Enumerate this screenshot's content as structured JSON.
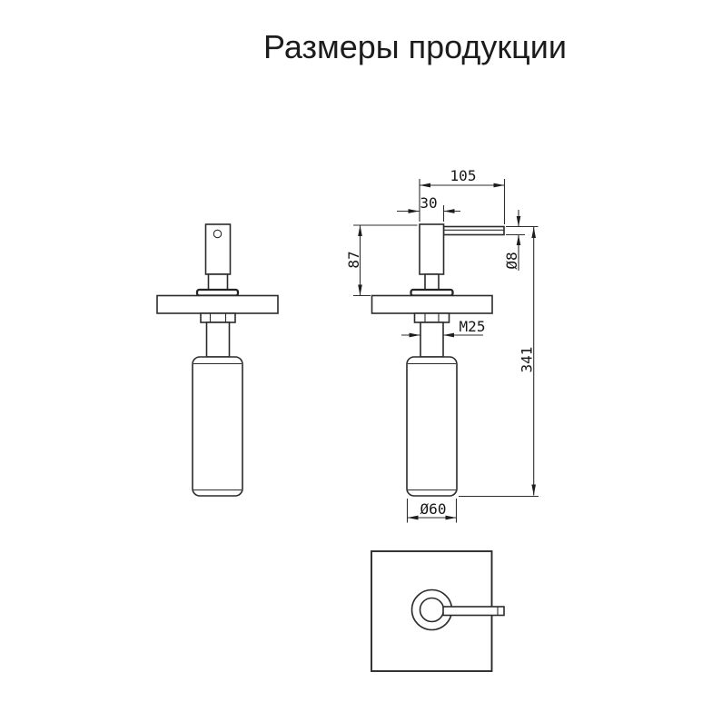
{
  "title": "Размеры продукции",
  "drawing": {
    "kind": "soap-dispenser-dimension-drawing",
    "dimensions": {
      "spout_reach": "105",
      "head_width": "30",
      "pump_height": "87",
      "spout_diameter": "Ø8",
      "thread_size": "M25",
      "total_height": "341",
      "bottle_diameter": "Ø60"
    },
    "colors": {
      "background": "#ffffff",
      "line": "#2b2b2b",
      "text": "#161616"
    }
  }
}
